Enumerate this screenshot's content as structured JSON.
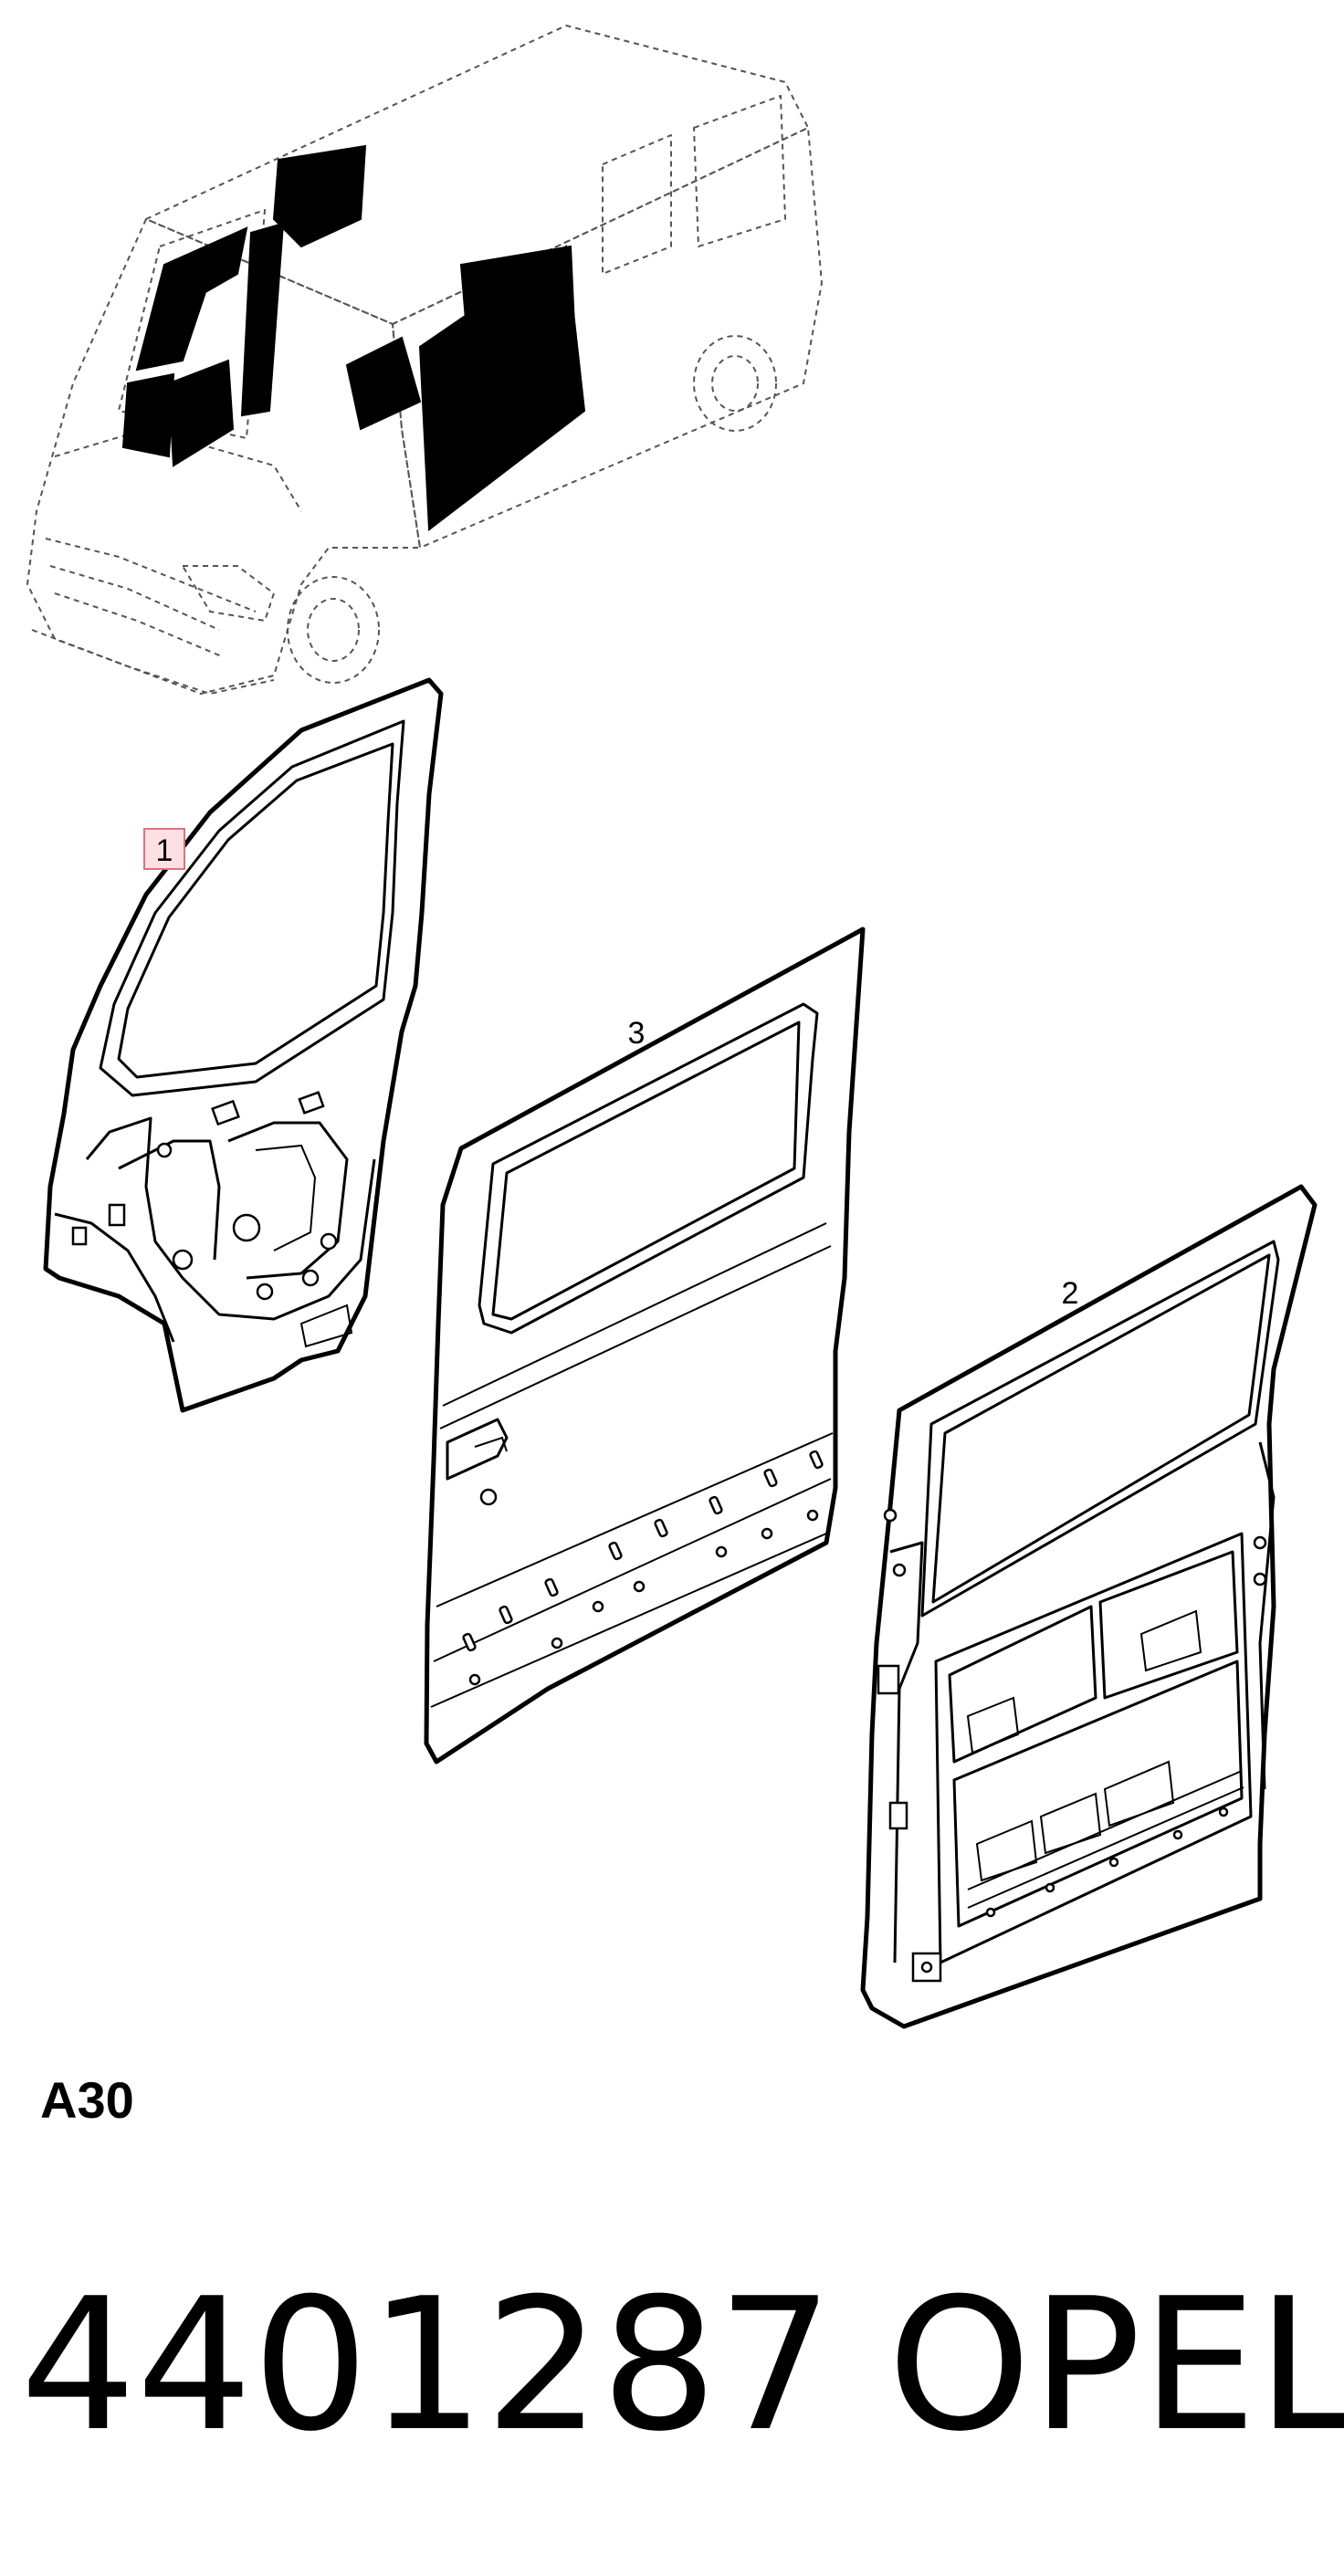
{
  "callouts": {
    "front_door": "1",
    "sliding_door_panel": "3",
    "sliding_door_frame": "2"
  },
  "section_code": "A30",
  "part_number": "4401287",
  "brand": "OPEL",
  "colors": {
    "line": "#000000",
    "background": "#ffffff",
    "highlight_box_fill": "#fde0e4",
    "highlight_box_stroke": "#e0707c"
  }
}
